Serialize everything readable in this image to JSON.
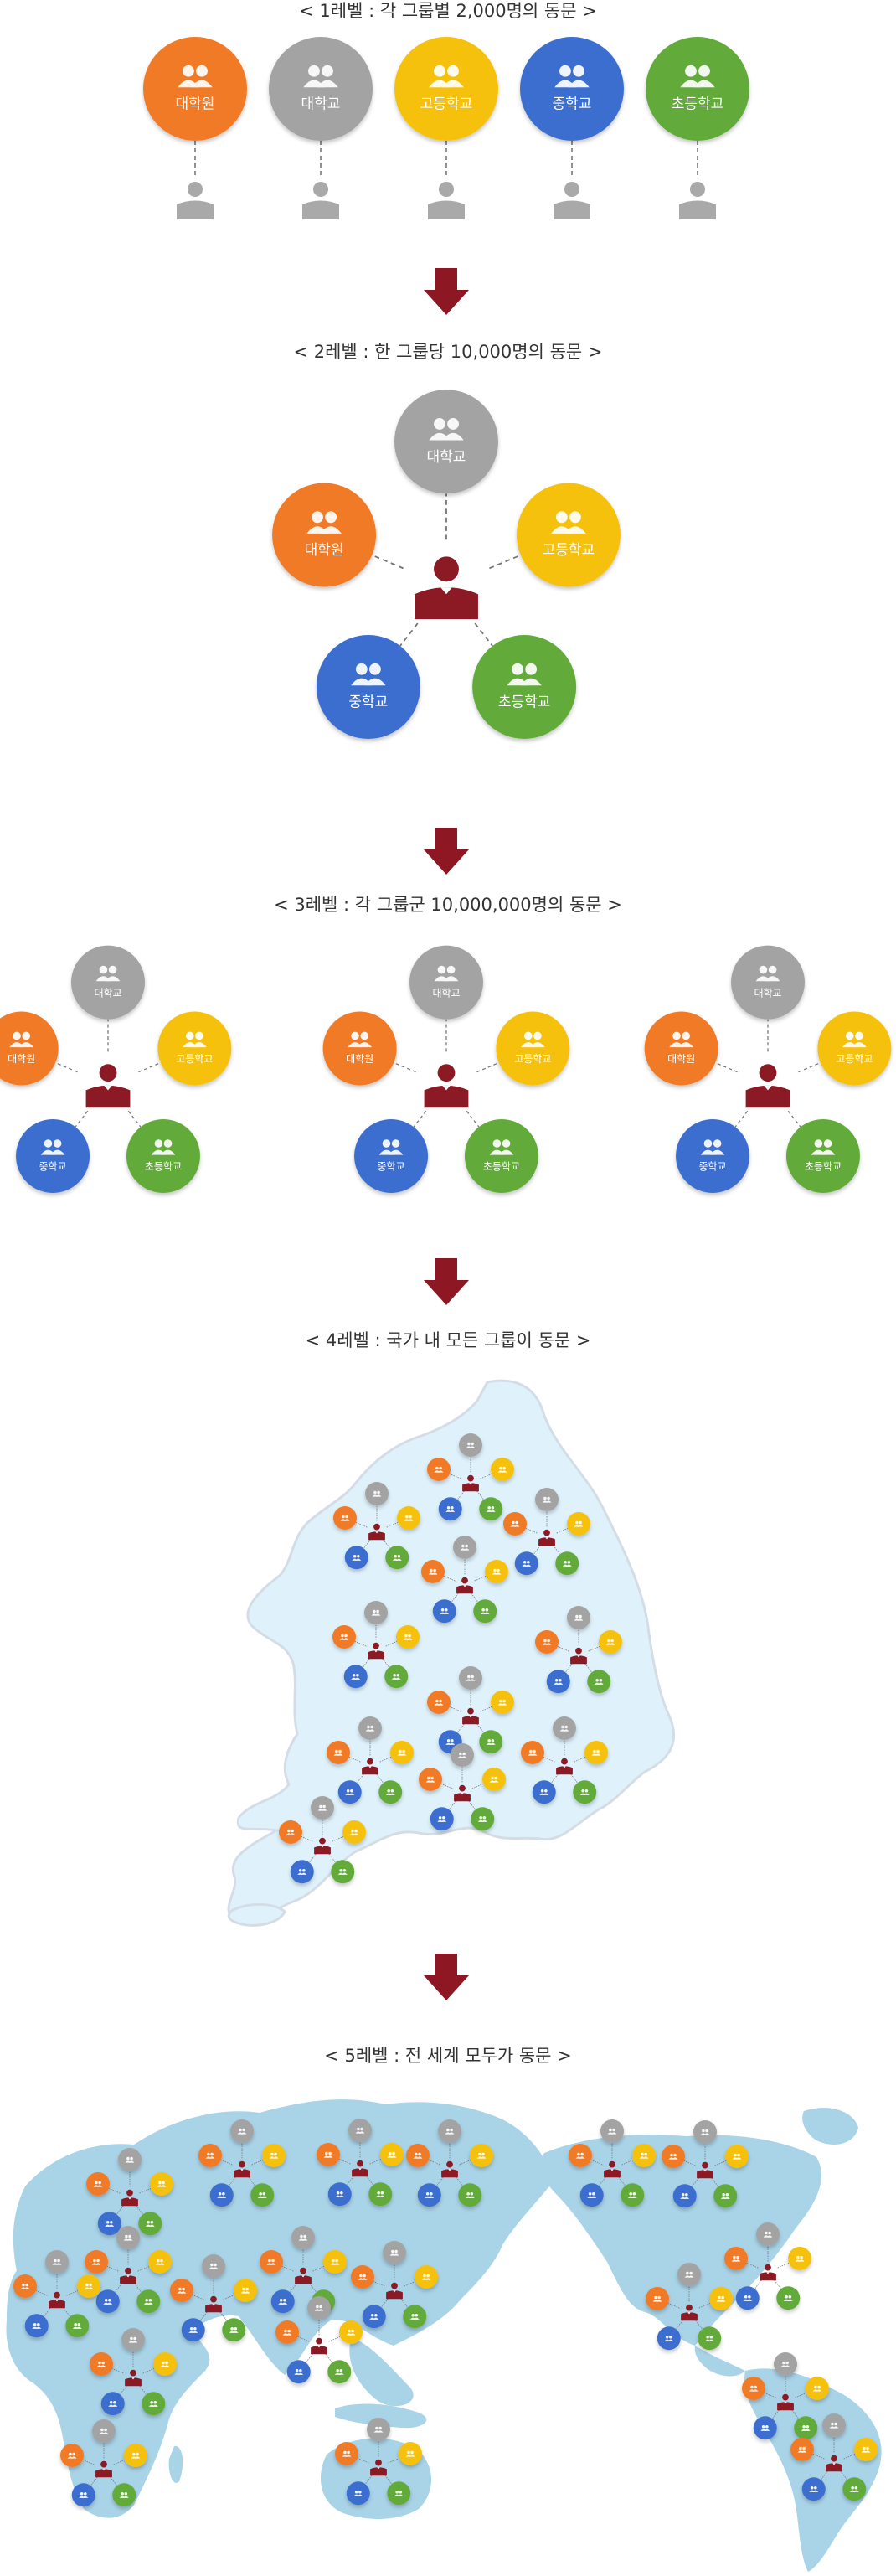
{
  "titles": {
    "level1": "< 1레벨 : 각 그룹별 2,000명의 동문 >",
    "level2": "< 2레벨 : 한 그룹당 10,000명의 동문 >",
    "level3": "< 3레벨 : 각 그룹군 10,000,000명의 동문 >",
    "level4": "< 4레벨 : 국가 내 모든 그룹이 동문 >",
    "level5": "< 5레벨 : 전 세계 모두가 동문 >"
  },
  "groups": [
    {
      "key": "grad",
      "label": "대학원",
      "color": "#f07a27"
    },
    {
      "key": "univ",
      "label": "대학교",
      "color": "#a3a3a3"
    },
    {
      "key": "high",
      "label": "고등학교",
      "color": "#f5c10e"
    },
    {
      "key": "middle",
      "label": "중학교",
      "color": "#3b6ecf"
    },
    {
      "key": "elem",
      "label": "초등학교",
      "color": "#62ab3a"
    }
  ],
  "colors": {
    "person_main": "#8b1a24",
    "person_sub": "#a9a9a9",
    "arrow": "#8e1724",
    "korea_map": "#dff2fc",
    "world_map": "#a9d3e7"
  },
  "icons": {
    "group": "people-icon",
    "member": "person-icon",
    "center": "representative-person-icon",
    "down": "down-arrow-icon"
  }
}
